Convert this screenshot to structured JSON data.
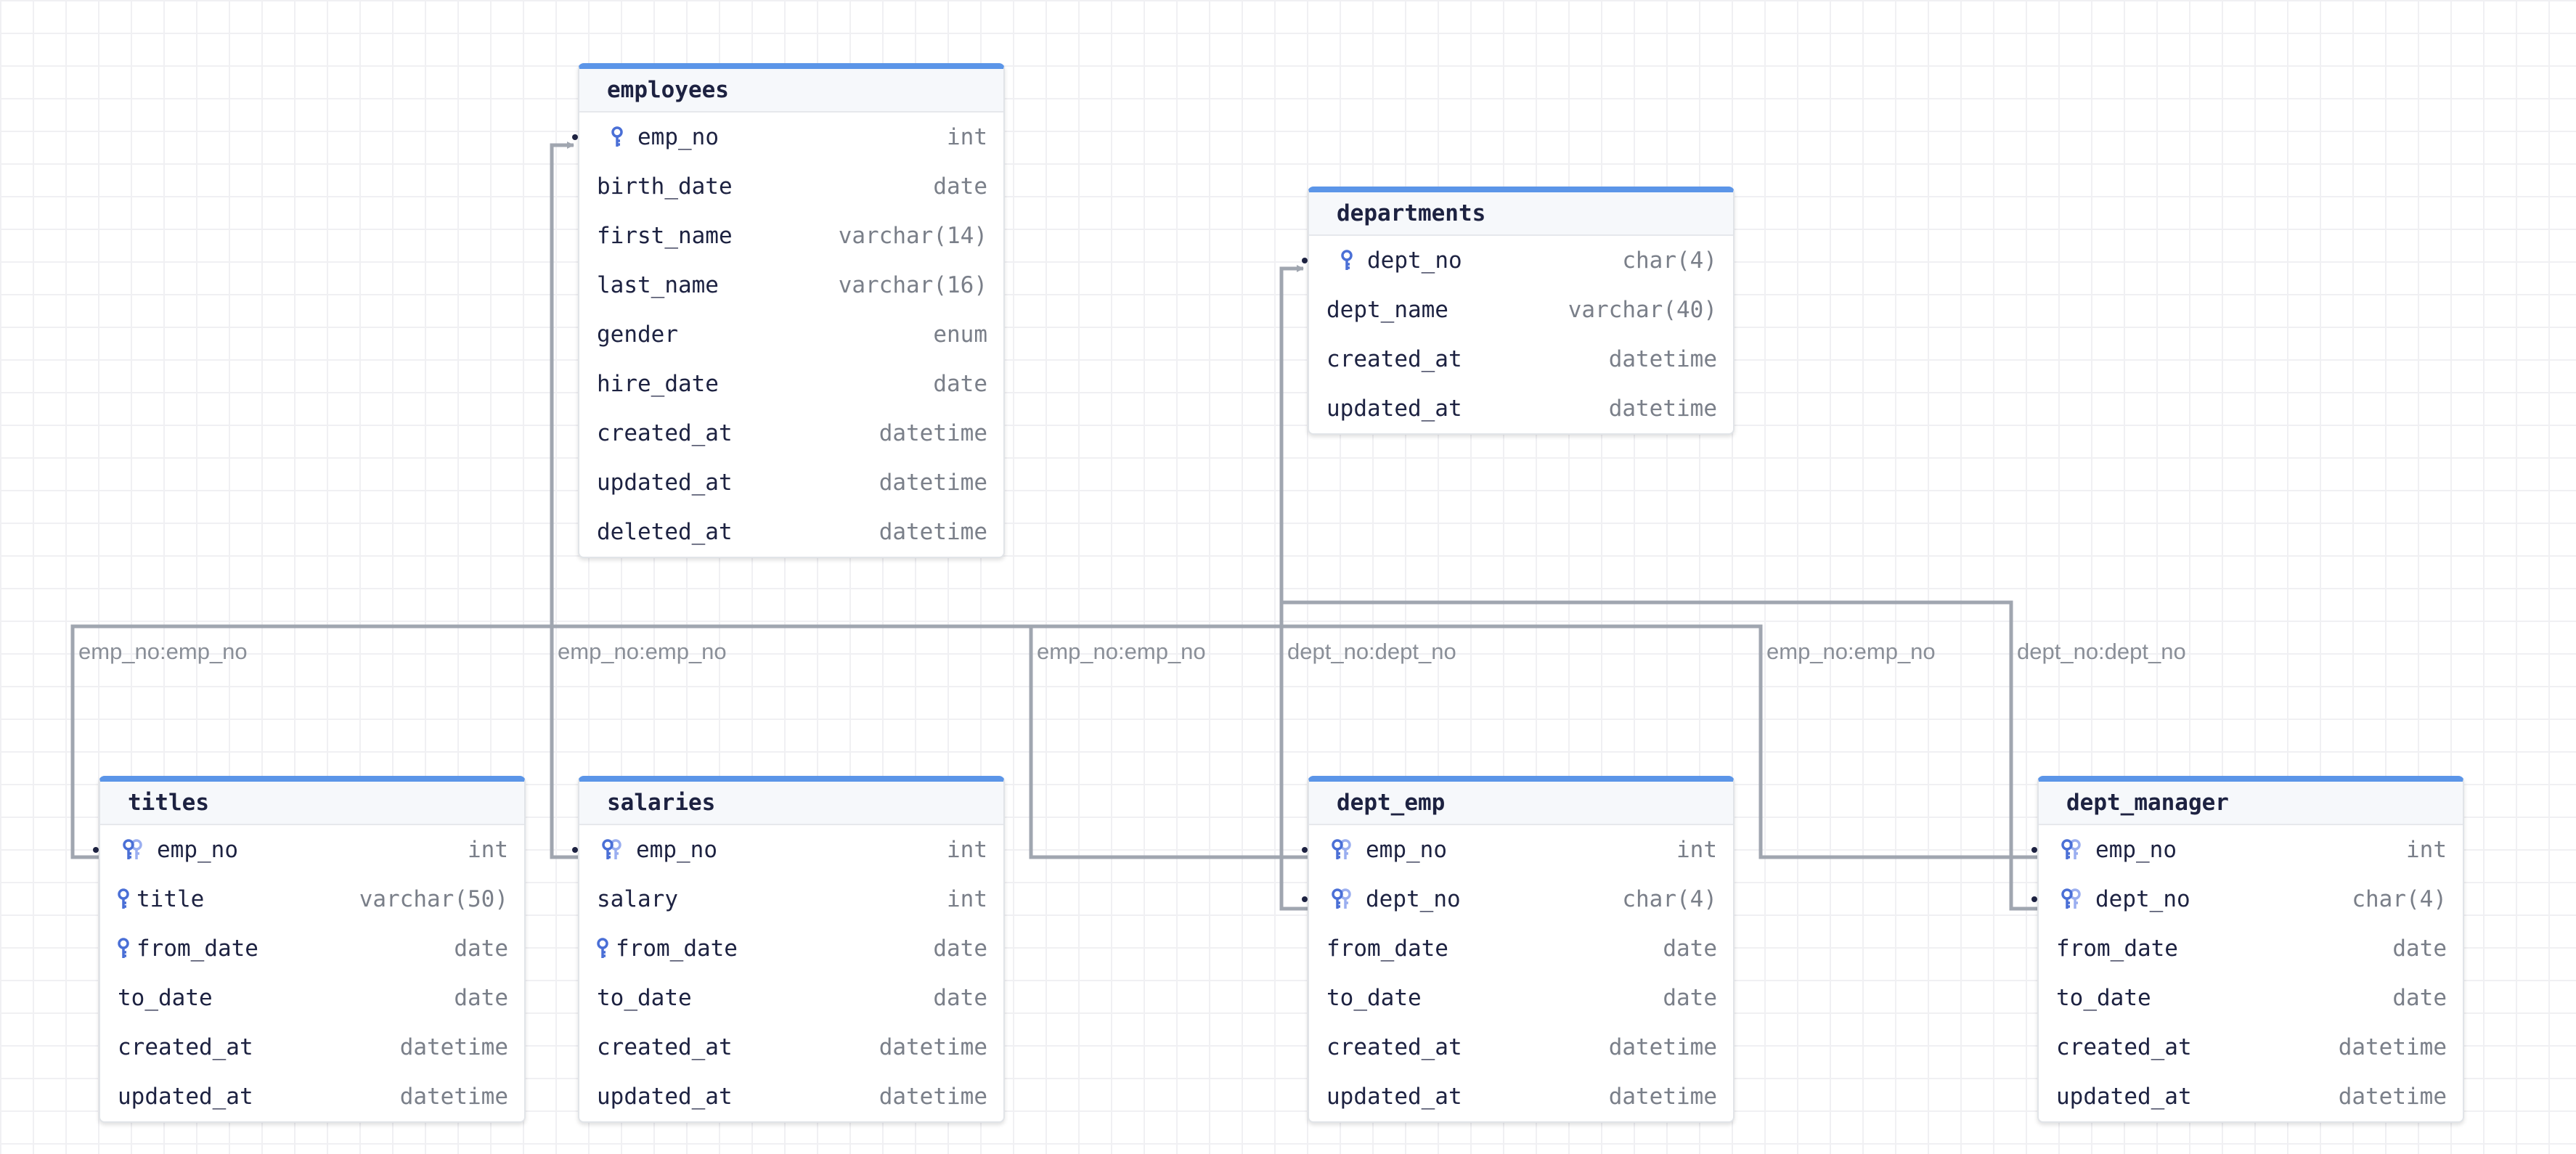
{
  "tables": {
    "employees": {
      "name": "employees",
      "columns": [
        {
          "name": "emp_no",
          "type": "int",
          "key": "pk"
        },
        {
          "name": "birth_date",
          "type": "date",
          "key": ""
        },
        {
          "name": "first_name",
          "type": "varchar(14)",
          "key": ""
        },
        {
          "name": "last_name",
          "type": "varchar(16)",
          "key": ""
        },
        {
          "name": "gender",
          "type": "enum",
          "key": ""
        },
        {
          "name": "hire_date",
          "type": "date",
          "key": ""
        },
        {
          "name": "created_at",
          "type": "datetime",
          "key": ""
        },
        {
          "name": "updated_at",
          "type": "datetime",
          "key": ""
        },
        {
          "name": "deleted_at",
          "type": "datetime",
          "key": ""
        }
      ]
    },
    "departments": {
      "name": "departments",
      "columns": [
        {
          "name": "dept_no",
          "type": "char(4)",
          "key": "pk"
        },
        {
          "name": "dept_name",
          "type": "varchar(40)",
          "key": ""
        },
        {
          "name": "created_at",
          "type": "datetime",
          "key": ""
        },
        {
          "name": "updated_at",
          "type": "datetime",
          "key": ""
        }
      ]
    },
    "titles": {
      "name": "titles",
      "columns": [
        {
          "name": "emp_no",
          "type": "int",
          "key": "pkfk"
        },
        {
          "name": "title",
          "type": "varchar(50)",
          "key": "pk"
        },
        {
          "name": "from_date",
          "type": "date",
          "key": "pk"
        },
        {
          "name": "to_date",
          "type": "date",
          "key": ""
        },
        {
          "name": "created_at",
          "type": "datetime",
          "key": ""
        },
        {
          "name": "updated_at",
          "type": "datetime",
          "key": ""
        }
      ]
    },
    "salaries": {
      "name": "salaries",
      "columns": [
        {
          "name": "emp_no",
          "type": "int",
          "key": "pkfk"
        },
        {
          "name": "salary",
          "type": "int",
          "key": ""
        },
        {
          "name": "from_date",
          "type": "date",
          "key": "pk"
        },
        {
          "name": "to_date",
          "type": "date",
          "key": ""
        },
        {
          "name": "created_at",
          "type": "datetime",
          "key": ""
        },
        {
          "name": "updated_at",
          "type": "datetime",
          "key": ""
        }
      ]
    },
    "dept_emp": {
      "name": "dept_emp",
      "columns": [
        {
          "name": "emp_no",
          "type": "int",
          "key": "pkfk"
        },
        {
          "name": "dept_no",
          "type": "char(4)",
          "key": "pkfk"
        },
        {
          "name": "from_date",
          "type": "date",
          "key": ""
        },
        {
          "name": "to_date",
          "type": "date",
          "key": ""
        },
        {
          "name": "created_at",
          "type": "datetime",
          "key": ""
        },
        {
          "name": "updated_at",
          "type": "datetime",
          "key": ""
        }
      ]
    },
    "dept_manager": {
      "name": "dept_manager",
      "columns": [
        {
          "name": "emp_no",
          "type": "int",
          "key": "pkfk"
        },
        {
          "name": "dept_no",
          "type": "char(4)",
          "key": "pkfk"
        },
        {
          "name": "from_date",
          "type": "date",
          "key": ""
        },
        {
          "name": "to_date",
          "type": "date",
          "key": ""
        },
        {
          "name": "created_at",
          "type": "datetime",
          "key": ""
        },
        {
          "name": "updated_at",
          "type": "datetime",
          "key": ""
        }
      ]
    }
  },
  "relations": [
    {
      "from": "titles",
      "to": "employees",
      "label": "emp_no:emp_no"
    },
    {
      "from": "salaries",
      "to": "employees",
      "label": "emp_no:emp_no"
    },
    {
      "from": "dept_emp",
      "to": "employees",
      "label": "emp_no:emp_no"
    },
    {
      "from": "dept_emp",
      "to": "departments",
      "label": "dept_no:dept_no"
    },
    {
      "from": "dept_manager",
      "to": "employees",
      "label": "emp_no:emp_no"
    },
    {
      "from": "dept_manager",
      "to": "departments",
      "label": "dept_no:dept_no"
    }
  ],
  "colors": {
    "header_accent": "#5b95e8",
    "key_icon": "#4a6fd6",
    "key_icon_secondary": "#9aaef0",
    "edge": "#a0a6b0",
    "label": "#8a8f98"
  }
}
